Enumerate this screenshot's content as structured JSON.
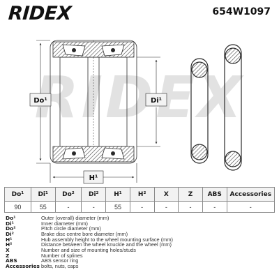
{
  "header": {
    "logo_text": "RIDEX",
    "part_number": "654W1097"
  },
  "diagram": {
    "watermark_text": "RIDEX",
    "label_outer": "Do¹",
    "label_inner": "Di¹",
    "label_height": "H¹"
  },
  "table": {
    "headers": [
      "Do¹",
      "Di¹",
      "Do²",
      "Di²",
      "H¹",
      "H²",
      "X",
      "Z",
      "ABS",
      "Accessories"
    ],
    "values": [
      "90",
      "55",
      "-",
      "-",
      "55",
      "-",
      "-",
      "-",
      "-",
      "-"
    ]
  },
  "legend": [
    {
      "key": "Do¹",
      "desc": "Outer (overall) diameter (mm)"
    },
    {
      "key": "Di¹",
      "desc": "Inner diameter (mm)"
    },
    {
      "key": "Do²",
      "desc": "Pitch circle diameter (mm)"
    },
    {
      "key": "Di²",
      "desc": "Brake disc centre bore diameter (mm)"
    },
    {
      "key": "H¹",
      "desc": "Hub assembly height to the wheel mounting surface (mm)"
    },
    {
      "key": "H²",
      "desc": "Distance between the wheel knuckle and the wheel (mm)"
    },
    {
      "key": "X",
      "desc": "Number and size of mounting holes/studs"
    },
    {
      "key": "Z",
      "desc": "Number of splines"
    },
    {
      "key": "ABS",
      "desc": "ABS sensor ring"
    },
    {
      "key": "Accessories",
      "desc": "bolts, nuts, caps"
    }
  ],
  "colors": {
    "line": "#2a2a2a",
    "watermark": "#dcdcdc",
    "hatch": "#444444"
  }
}
